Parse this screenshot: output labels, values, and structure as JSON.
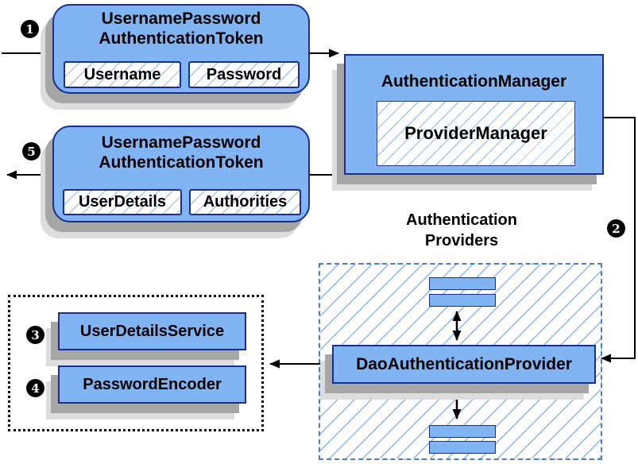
{
  "steps": {
    "one": "1",
    "two": "2",
    "three": "3",
    "four": "4",
    "five": "5"
  },
  "request_token": {
    "title_line1": "UsernamePassword",
    "title_line2": "AuthenticationToken",
    "field_username": "Username",
    "field_password": "Password"
  },
  "authentication_manager": {
    "title": "AuthenticationManager",
    "provider_manager": "ProviderManager"
  },
  "response_token": {
    "title_line1": "UsernamePassword",
    "title_line2": "AuthenticationToken",
    "field_userdetails": "UserDetails",
    "field_authorities": "Authorities"
  },
  "authentication_providers": {
    "label_line1": "Authentication",
    "label_line2": "Providers",
    "dao_provider": "DaoAuthenticationProvider"
  },
  "services": {
    "user_details_service": "UserDetailsService",
    "password_encoder": "PasswordEncoder"
  },
  "colors": {
    "box_fill": "#81B4F2",
    "box_border": "#17308F",
    "hatch_line": "#7DADE9",
    "dashed_border": "#4F7DC2",
    "connector": "#000000",
    "shadow_dark": "#A6A6A6",
    "shadow_light": "#DDDDDD"
  }
}
